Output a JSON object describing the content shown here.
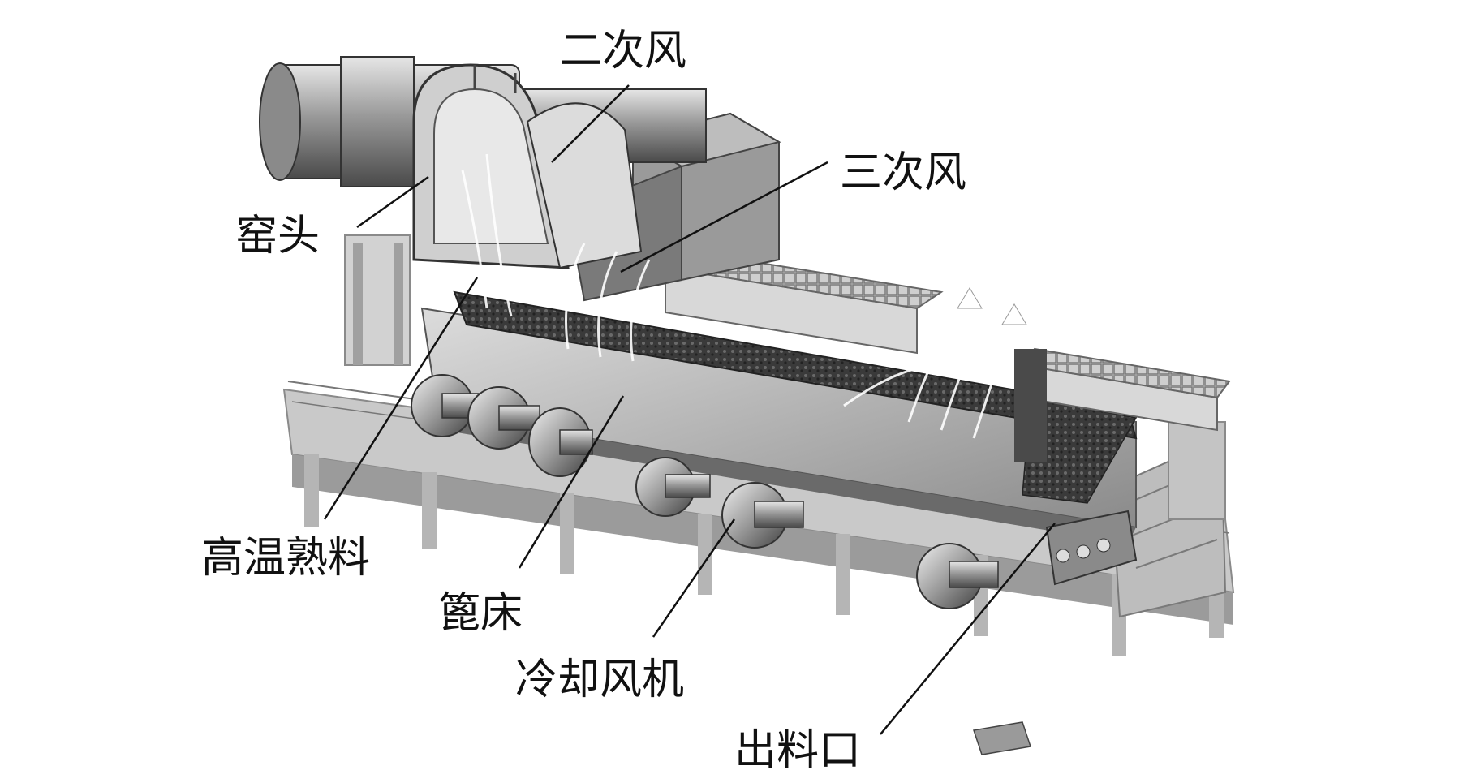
{
  "labels": {
    "secondary_air": "二次风",
    "tertiary_air": "三次风",
    "kiln_head": "窑头",
    "hot_clinker": "高温熟料",
    "grate_bed": "篦床",
    "cooling_fan": "冷却风机",
    "discharge_outlet": "出料口"
  },
  "colors": {
    "metal_light": "#d6d6d6",
    "metal_mid": "#a8a8a8",
    "metal_dark": "#5e5e5e",
    "clinker": "#3a3a3a",
    "airflow": "#ffffff"
  }
}
